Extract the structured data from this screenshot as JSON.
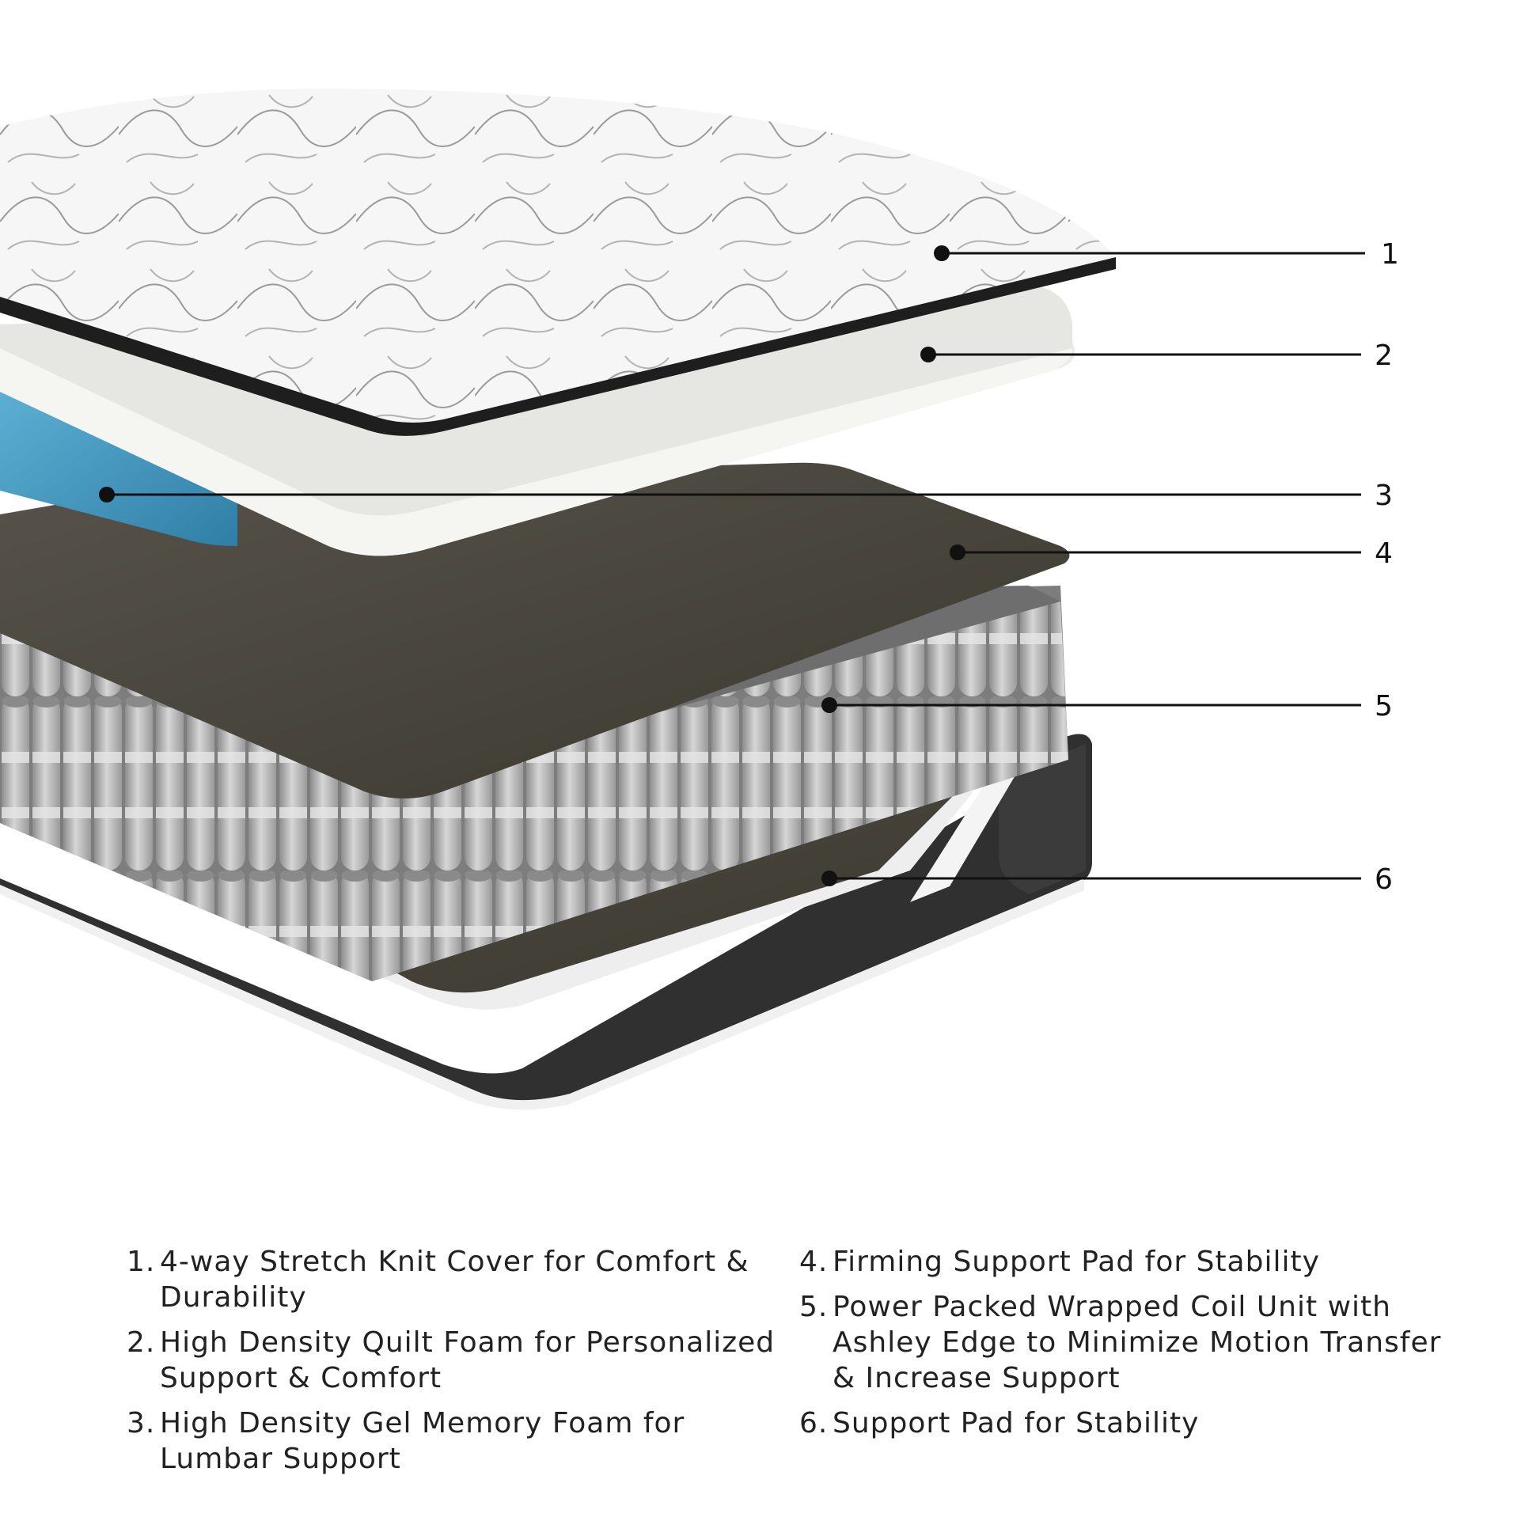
{
  "callouts": [
    "1",
    "2",
    "3",
    "4",
    "5",
    "6"
  ],
  "legend": {
    "col1": [
      {
        "num": "1.",
        "text": "4-way Stretch Knit Cover for Comfort & Durability"
      },
      {
        "num": "2.",
        "text": "High Density Quilt Foam for Personalized Support & Comfort"
      },
      {
        "num": "3.",
        "text": "High Density Gel Memory Foam for Lumbar Support"
      }
    ],
    "col2": [
      {
        "num": "4.",
        "text": "Firming Support Pad for Stability"
      },
      {
        "num": "5.",
        "text": "Power Packed Wrapped Coil Unit with Ashley Edge to Minimize Motion Transfer & Increase Support"
      },
      {
        "num": "6.",
        "text": "Support Pad for Stability"
      }
    ]
  },
  "colors": {
    "cover": "#f4f4f4",
    "quilt_foam": "#e9e9e6",
    "gel_foam": "#3f96bf",
    "support_pad": "#4a463d",
    "coil": "#bdbdbd",
    "base": "#2e2e2e"
  }
}
